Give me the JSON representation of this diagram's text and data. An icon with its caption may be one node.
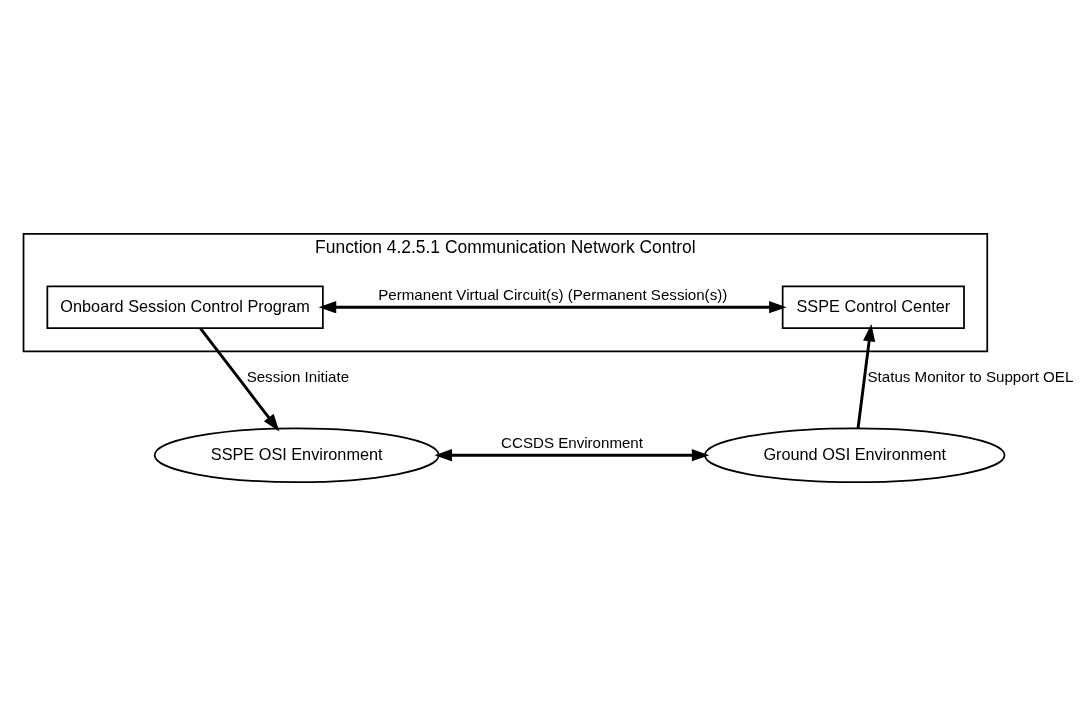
{
  "diagram": {
    "nodes": [
      {
        "text": [
          "Function 4.2.5.1 Communication Network Control"
        ]
      },
      {
        "text": [
          "Onboard Session Control Program"
        ],
        "in": 0
      },
      {
        "text": [
          "SSPE Control Center"
        ],
        "in": 0
      },
      {
        "text": [
          "SSPE OSI Environment"
        ]
      },
      {
        "text": [
          "Ground OSI Environment"
        ]
      }
    ],
    "edges": [
      {
        "from": 1,
        "to": 2,
        "arrow": "both",
        "label": "Permanent Virtual Circuit(s) (Permanent Session(s))"
      },
      {
        "from": 1,
        "to": 3,
        "arrow": "to",
        "label": "Session Initiate"
      },
      {
        "from": 4,
        "to": 2,
        "arrow": "to",
        "label": "Status Monitor to Support OEL"
      },
      {
        "from": 3,
        "to": 4,
        "arrow": "both",
        "label": "CCSDS Environment"
      }
    ]
  }
}
